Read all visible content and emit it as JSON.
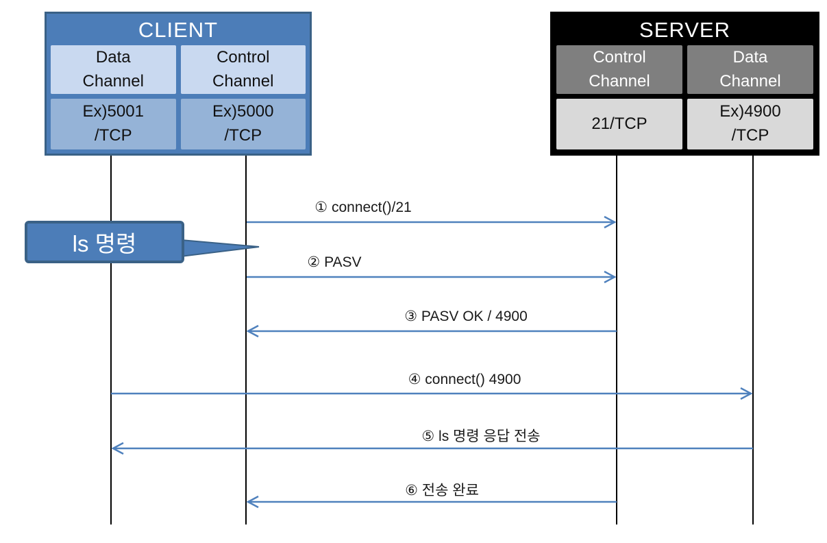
{
  "diagram": {
    "kind": "ftp-passive-mode-sequence"
  },
  "client": {
    "title": "CLIENT",
    "channels": [
      {
        "name": "Data\nChannel",
        "port": "Ex)5001\n/TCP"
      },
      {
        "name": "Control\nChannel",
        "port": "Ex)5000\n/TCP"
      }
    ]
  },
  "server": {
    "title": "SERVER",
    "channels": [
      {
        "name": "Control\nChannel",
        "port": "21/TCP"
      },
      {
        "name": "Data\nChannel",
        "port": "Ex)4900\n/TCP"
      }
    ]
  },
  "callout": {
    "text": "ls 명령"
  },
  "messages": [
    {
      "label": "① connect()/21",
      "from": "client-control",
      "to": "server-control",
      "direction": "right"
    },
    {
      "label": "② PASV",
      "from": "client-control",
      "to": "server-control",
      "direction": "right"
    },
    {
      "label": "③ PASV OK / 4900",
      "from": "server-control",
      "to": "client-control",
      "direction": "left"
    },
    {
      "label": "④ connect() 4900",
      "from": "client-data",
      "to": "server-data",
      "direction": "right"
    },
    {
      "label": "⑤ ls 명령 응답 전송",
      "from": "server-data",
      "to": "client-data",
      "direction": "left"
    },
    {
      "label": "⑥ 전송 완료",
      "from": "server-control",
      "to": "client-control",
      "direction": "left"
    }
  ],
  "colors": {
    "client_fill": "#4C7DB8",
    "client_border": "#3A6186",
    "client_channel_fill": "#C9D9F0",
    "client_port_fill": "#95B3D7",
    "server_fill": "#000000",
    "server_channel_fill": "#7F7F7F",
    "server_port_fill": "#D9D9D9",
    "arrow": "#4F81BD",
    "lifeline": "#000000"
  }
}
